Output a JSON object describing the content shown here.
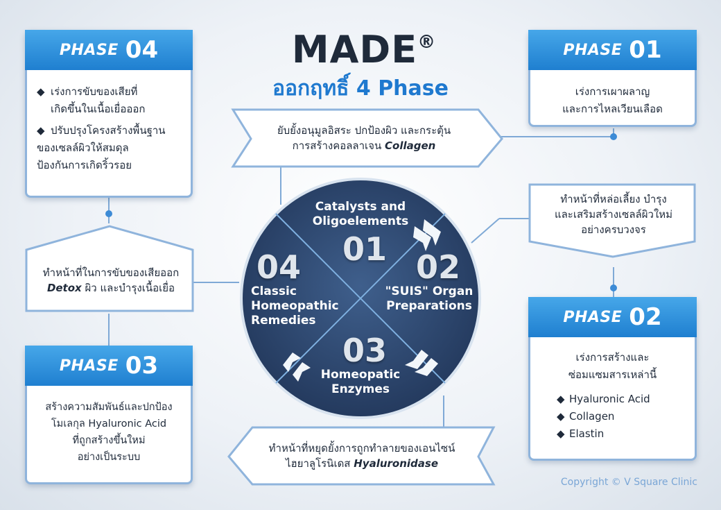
{
  "title": {
    "main": "MADE",
    "reg": "®",
    "sub": "ออกฤทธิ์ 4 Phase"
  },
  "phase01": {
    "label": "PHASE",
    "num": "01",
    "lines": [
      "เร่งการเผาผลาญ",
      "และการไหลเวียนเลือด"
    ]
  },
  "phase02": {
    "label": "PHASE",
    "num": "02",
    "lines": [
      "เร่งการสร้างและ",
      "ซ่อมแซมสารเหล่านี้"
    ],
    "items": [
      "Hyaluronic Acid",
      "Collagen",
      "Elastin"
    ]
  },
  "phase03": {
    "label": "PHASE",
    "num": "03",
    "lines": [
      "สร้างความสัมพันธ์และปกป้อง",
      "โมเลกุล Hyaluronic Acid",
      "ที่ถูกสร้างขึ้นใหม่",
      "อย่างเป็นระบบ"
    ]
  },
  "phase04": {
    "label": "PHASE",
    "num": "04",
    "bullets": [
      [
        "เร่งการขับของเสียที่",
        "เกิดขึ้นในเนื้อเยื่อออก"
      ],
      [
        "ปรับปรุงโครงสร้างพื้นฐาน",
        "ของเซลล์ผิวให้สมดุล",
        "ป้องกันการเกิดริ้วรอย"
      ]
    ]
  },
  "banners": {
    "top": {
      "line1": "ยับยั้งอนุมูลอิสระ ปกป้องผิว และกระตุ้น",
      "line2": "การสร้างคอลลาเจน",
      "emph": "Collagen"
    },
    "right": {
      "line1": "ทำหน้าที่หล่อเลี้ยง บำรุง",
      "line2": "และเสริมสร้างเซลล์ผิวใหม่",
      "line3": "อย่างครบวงจร"
    },
    "left": {
      "line1": "ทำหน้าที่ในการขับของเสียออก",
      "emph": "Detox",
      "line2": "ผิว และบำรุงเนื้อเยื่อ"
    },
    "bottom": {
      "line1": "ทำหน้าที่หยุดยั้งการถูกทำลายของเอนไซน์",
      "line2": "ไฮยาลูโรนิเดส",
      "emph": "Hyaluronidase"
    }
  },
  "circle": {
    "q1": {
      "num": "01",
      "label": [
        "Catalysts and",
        "Oligoelements"
      ]
    },
    "q2": {
      "num": "02",
      "label": [
        "\"SUIS\" Organ",
        "Preparations"
      ]
    },
    "q3": {
      "num": "03",
      "label": [
        "Homeopatic",
        "Enzymes"
      ]
    },
    "q4": {
      "num": "04",
      "label": [
        "Classic",
        "Homeopathic",
        "Remedies"
      ]
    }
  },
  "copyright": "Copyright © V Square Clinic",
  "colors": {
    "accent": "#1f7fd0",
    "circle": "#34507a",
    "border": "#8fb4dc"
  }
}
